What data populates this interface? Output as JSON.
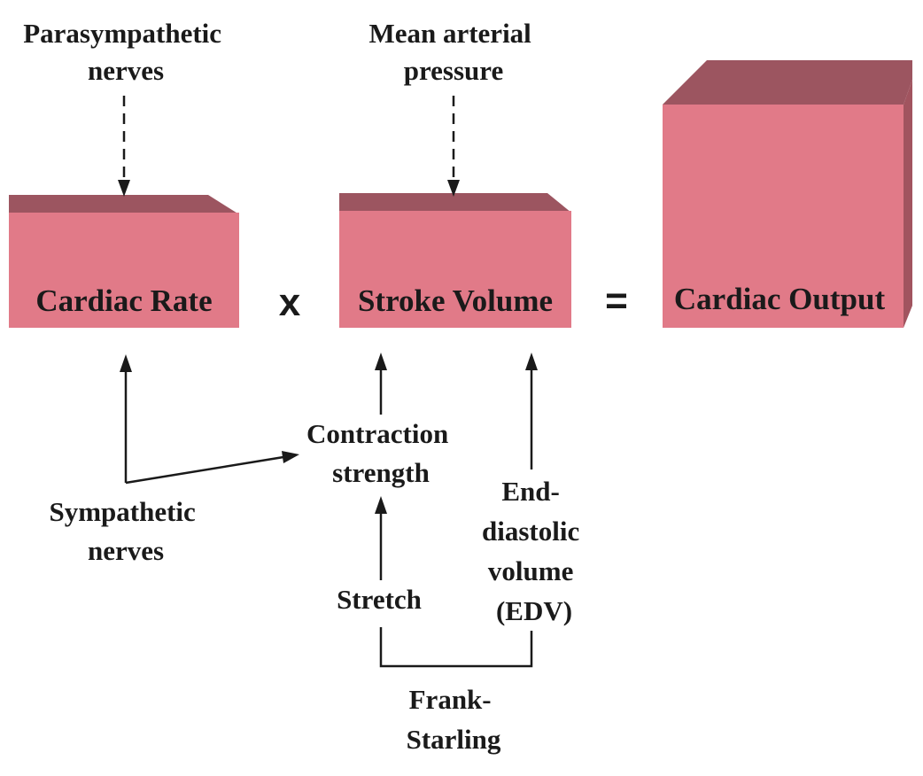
{
  "colors": {
    "box_front": "#e17a88",
    "box_top": "#9c5560",
    "box_side": "#a1545f",
    "ink": "#1a1a1a"
  },
  "boxes": {
    "cardiac_rate": "Cardiac Rate",
    "stroke_volume": "Stroke Volume",
    "cardiac_output": "Cardiac Output"
  },
  "operators": {
    "multiply": "x",
    "equals": "="
  },
  "labels": {
    "parasympathetic": [
      "Parasympathetic",
      "nerves"
    ],
    "mean_arterial": [
      "Mean arterial",
      "pressure"
    ],
    "contraction": [
      "Contraction",
      "strength"
    ],
    "sympathetic": [
      "Sympathetic",
      "nerves"
    ],
    "edv": [
      "End-",
      "diastolic",
      "volume",
      "(EDV)"
    ],
    "stretch": "Stretch",
    "frank_starling": [
      "Frank-",
      "Starling"
    ]
  }
}
